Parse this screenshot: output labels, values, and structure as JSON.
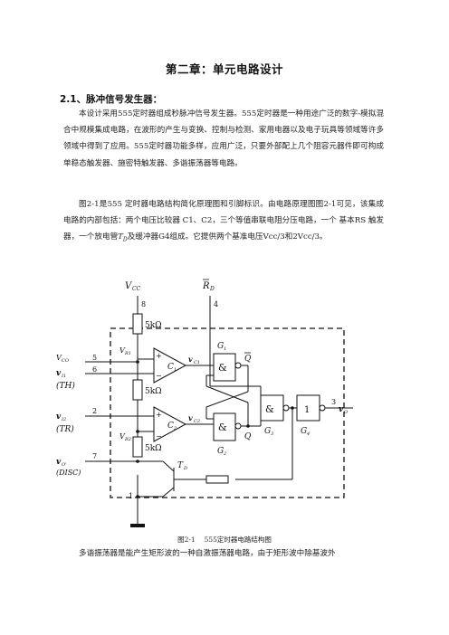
{
  "chapter": {
    "title": "第二章：单元电路设计"
  },
  "section": {
    "heading": "2.1、脉冲信号发生器："
  },
  "paragraphs": {
    "p1": "本设计采用555定时器组成秒脉冲信号发生器。555定时器是一种用途广泛的数字-模拟混合中规模集成电路，在波形的产生与变换、控制与检测、家用电器以及电子玩具等领域等许多领域中得到了应用。555定时器功能多样，应用广泛，只要外部配上几个阻容元器件即可构成单稳态触发器、施密特触发器、多谐振荡器等电路。",
    "p2_pre": "图2-1是555 定时器电路结构简化原理图和引脚标识。由电路原理图图2-1可见，该集成电路的内部包括：两个电压比较器 C1、C2，三个等值串联电阻分压电路，一个 基本RS 触发器，一个放电管",
    "p2_sym": "T",
    "p2_sub": "D",
    "p2_post": "及缓冲器G4组成。它提供两个基准电压Vcc/3和2Vcc/3。",
    "p3": "多谐振荡器是能产生矩形波的一种自激振荡器电路，由于矩形波中除基波外"
  },
  "figure": {
    "caption": "图2-1　 555定时器电路结构图",
    "labels": {
      "vcc": "V",
      "vcc_sub": "CC",
      "rd": "R",
      "rd_sub": "D",
      "pin8": "8",
      "pin4": "4",
      "pin5": "5",
      "pin6": "6",
      "pin2": "2",
      "pin7": "7",
      "pin1": "1",
      "pin3": "3",
      "res_top": "5kΩ",
      "res_mid": "5kΩ",
      "res_bot": "5kΩ",
      "vco": "V",
      "vco_sub": "CO",
      "vr1": "V",
      "vr1_sub": "R1",
      "vr2": "V",
      "vr2_sub": "R2",
      "vi1": "v",
      "vi1_sub": "I1",
      "th": "(TH)",
      "vi2": "v",
      "vi2_sub": "I2",
      "tr": "(TR)",
      "vo_disc": "v",
      "vo_disc_sub": "O'",
      "disc": "(DISC)",
      "c1": "C",
      "c1_sub": "1",
      "c2": "C",
      "c2_sub": "2",
      "vc1": "v",
      "vc1_sub": "C1",
      "vc2": "v",
      "vc2_sub": "C2",
      "plus": "+",
      "minus": "−",
      "g1": "G",
      "g1_sub": "1",
      "g2": "G",
      "g2_sub": "2",
      "g3": "G",
      "g3_sub": "3",
      "g4": "G",
      "g4_sub": "4",
      "and": "&",
      "buf": "1",
      "q": "Q",
      "qbar": "Q",
      "td": "T",
      "td_sub": "D",
      "vout": "v",
      "vout_sub": "O"
    }
  }
}
